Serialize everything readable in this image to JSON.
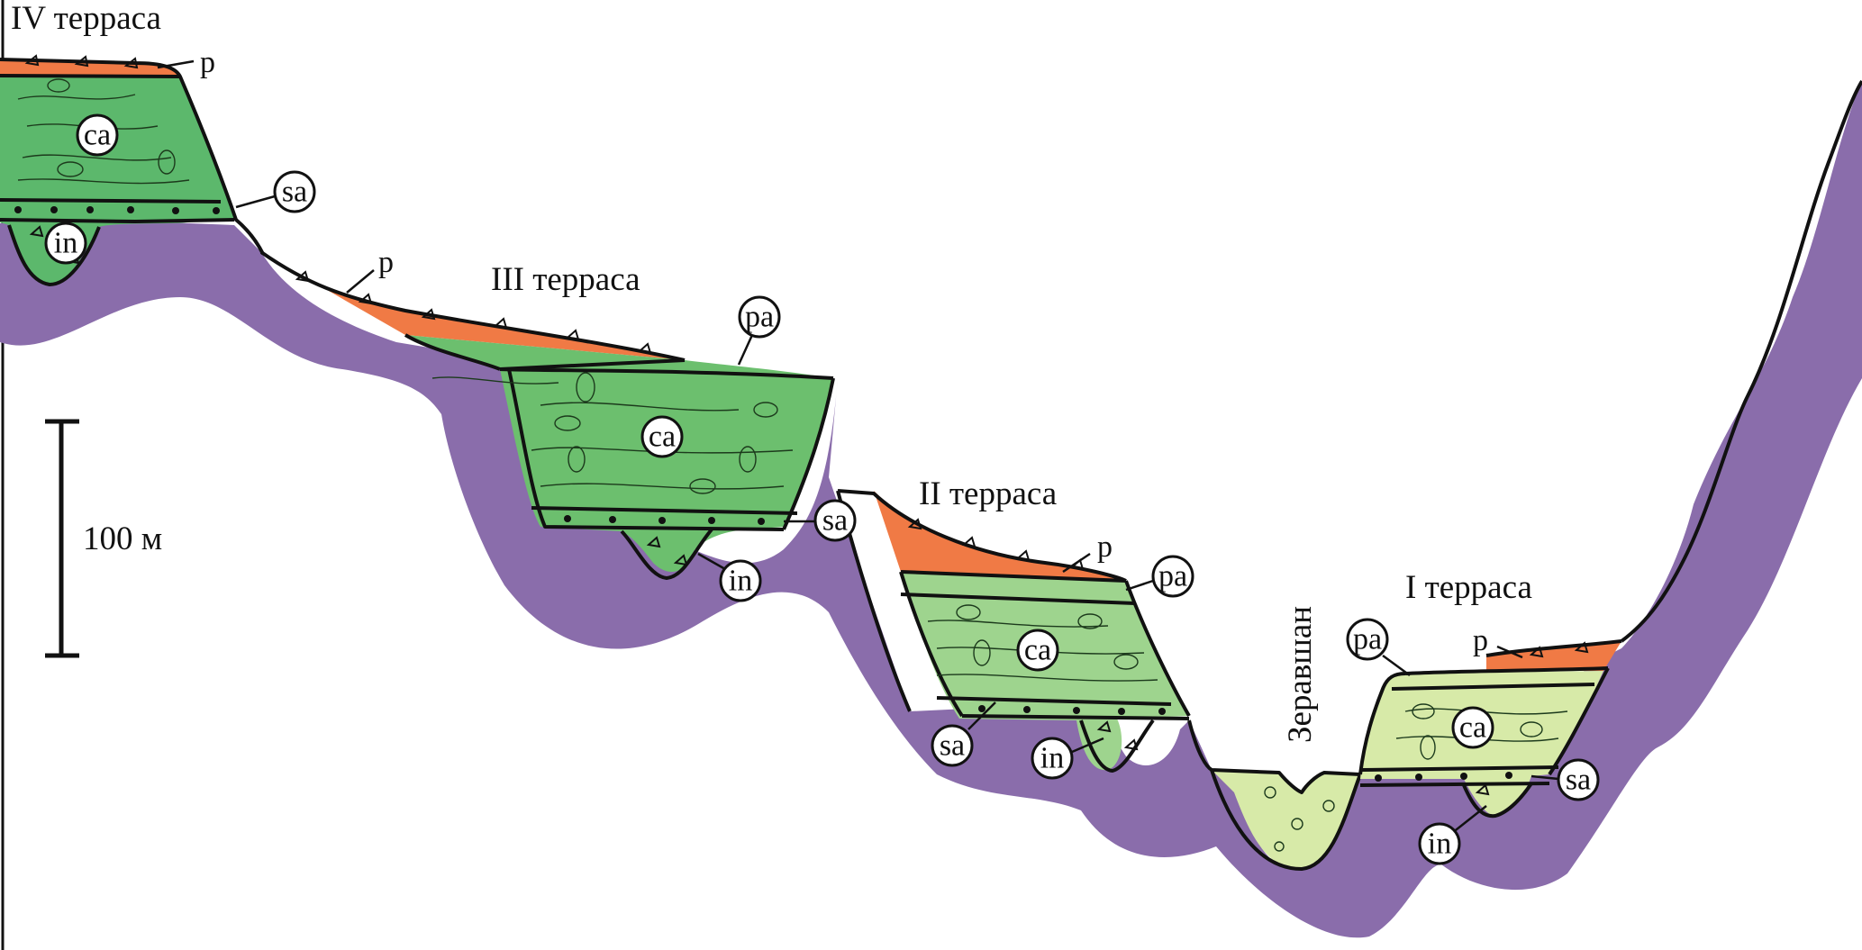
{
  "terraces": {
    "t4": "IV терраса",
    "t3": "III терраса",
    "t2": "II терраса",
    "t1": "I терраса"
  },
  "river": "Зеравшан",
  "scale": {
    "label": "100 м"
  },
  "codes": {
    "p": "p",
    "pa": "pa",
    "ca": "ca",
    "sa": "sa",
    "in": "in"
  },
  "colors": {
    "bedrock": "#8a6dab",
    "proluvium": "#f07a45",
    "t4_fill": "#5cb86c",
    "t3_fill": "#6cbf6e",
    "t2_fill": "#9ed48e",
    "t1_fill": "#d7eaa8",
    "river_fill": "#d7eaa8"
  }
}
